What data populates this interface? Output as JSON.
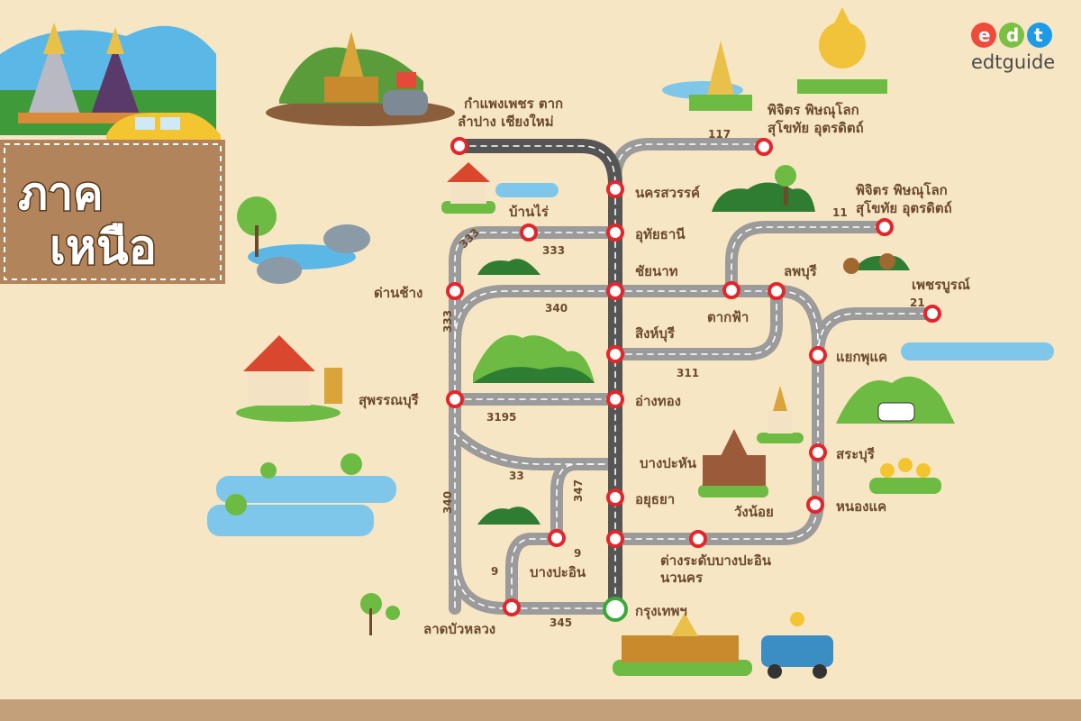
{
  "title": {
    "line1": "ภาค",
    "line2": "เหนือ"
  },
  "logo": {
    "letters": [
      "e",
      "d",
      "t"
    ],
    "colors": [
      "#f04a3b",
      "#7bc043",
      "#1e9be6"
    ],
    "word": "edtguide"
  },
  "colors": {
    "background": "#f7e6c4",
    "road": "#9b9b9b",
    "main_road": "#555555",
    "marker": "#e3262c",
    "start_marker": "#3aa83a",
    "label": "#6b4a2e",
    "ground": "#c4a07a"
  },
  "places": {
    "kamphaeng": "กำแพงเพชร ตาก",
    "lampang": "ลำปาง เชียงใหม่",
    "phichit1": "พิจิตร พิษณุโลก",
    "sukhothai1": "สุโขทัย อุตรดิตถ์",
    "nakhonsawan": "นครสวรรค์",
    "phichit2": "พิจิตร พิษณุโลก",
    "sukhothai2": "สุโขทัย อุตรดิตถ์",
    "banrai": "บ้านไร่",
    "uthai": "อุทัยธานี",
    "chainat": "ชัยนาท",
    "lopburi": "ลพบุรี",
    "phetchabun": "เพชรบูรณ์",
    "danchang": "ด่านช้าง",
    "takfa": "ตากฟ้า",
    "singburi": "สิงห์บุรี",
    "yaekphukhae": "แยกพุแค",
    "suphanburi": "สุพรรณบุรี",
    "angthong": "อ่างทอง",
    "saraburi": "สระบุรี",
    "bangpahan": "บางปะหัน",
    "ayutthaya": "อยุธยา",
    "nongkhae": "หนองแค",
    "wangnoi": "วังน้อย",
    "bangpain": "บางปะอิน",
    "interchange1": "ต่างระดับบางปะอิน",
    "interchange2": "นวนคร",
    "bangkok": "กรุงเทพฯ",
    "latbualuang": "ลาดบัวหลวง"
  },
  "roads": {
    "r117": "117",
    "r11": "11",
    "r21": "21",
    "r333a": "333",
    "r333b": "333",
    "r333c": "333",
    "r340a": "340",
    "r340b": "340",
    "r311": "311",
    "r3195": "3195",
    "r33": "33",
    "r347": "347",
    "r9a": "9",
    "r9b": "9",
    "r345": "345"
  }
}
